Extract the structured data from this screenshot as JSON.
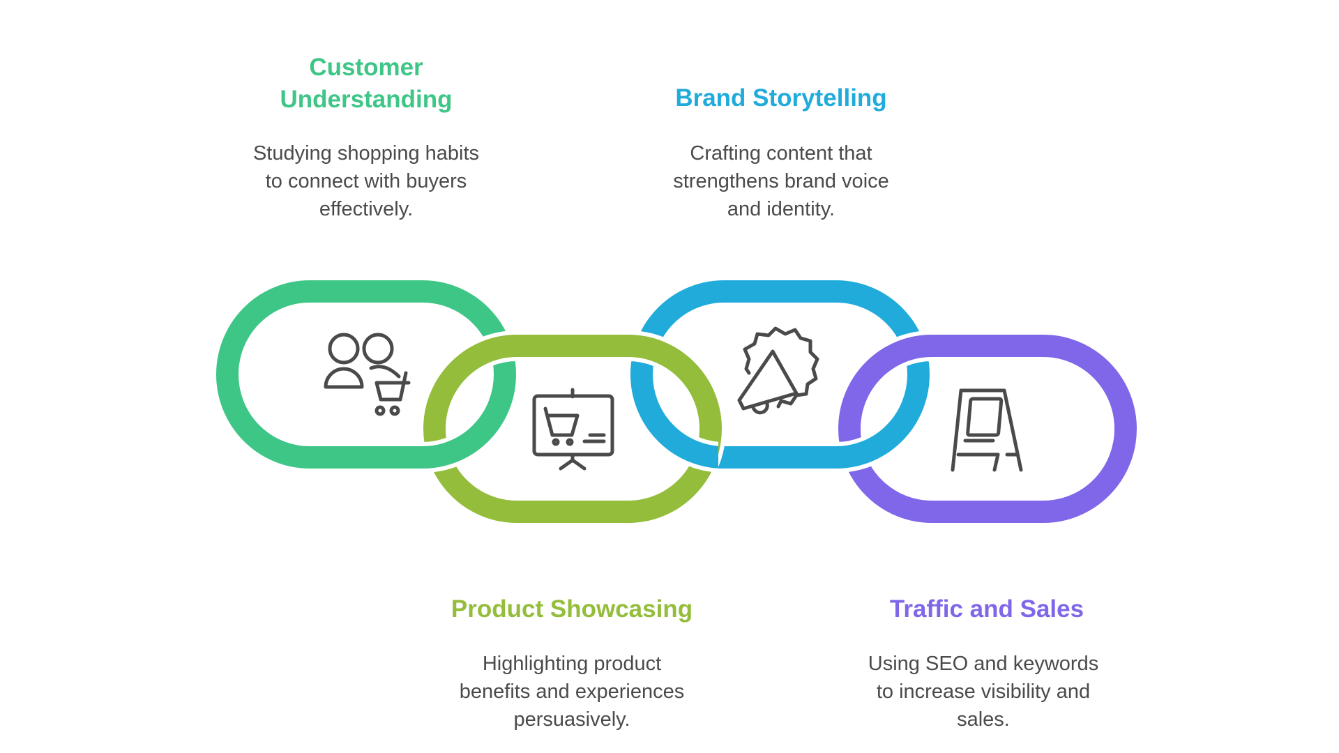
{
  "colors": {
    "customer": "#3ec687",
    "product": "#93bd3a",
    "brand": "#20abdb",
    "traffic": "#8066e8",
    "icon": "#4a4a4a",
    "text": "#4a4a4a"
  },
  "steps": [
    {
      "id": "customer",
      "title_lines": [
        "Customer",
        "Understanding"
      ],
      "description_lines": [
        "Studying shopping habits",
        "to connect with buyers",
        "effectively."
      ],
      "icon": "customers-cart-icon"
    },
    {
      "id": "product",
      "title_lines": [
        "Product Showcasing"
      ],
      "description_lines": [
        "Highlighting product",
        "benefits and experiences",
        "persuasively."
      ],
      "icon": "presentation-cart-icon"
    },
    {
      "id": "brand",
      "title_lines": [
        "Brand Storytelling"
      ],
      "description_lines": [
        "Crafting content that",
        "strengthens brand voice",
        "and identity."
      ],
      "icon": "megaphone-badge-icon"
    },
    {
      "id": "traffic",
      "title_lines": [
        "Traffic and Sales"
      ],
      "description_lines": [
        "Using SEO and keywords",
        "to increase visibility and",
        "sales."
      ],
      "icon": "a-frame-sign-icon"
    }
  ]
}
